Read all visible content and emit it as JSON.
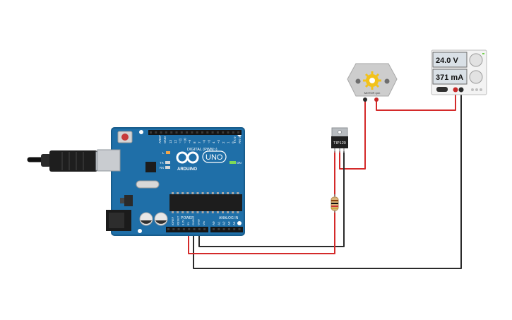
{
  "colors": {
    "board": "#1f6fa8",
    "board_edge": "#175c8c",
    "wire_red": "#d42a2a",
    "wire_black": "#2a2a2a",
    "supply_lcd": "#d9e0e6",
    "motor_body": "#c9c9c9",
    "motor_gear": "#f2c21b"
  },
  "arduino": {
    "brand": "ARDUINO",
    "model": "UNO",
    "digital_label": "DIGITAL (PWM~)",
    "power_label": "POWER",
    "analog_label": "ANALOG IN",
    "on_label": "ON",
    "tx_label": "TX",
    "rx_label": "RX",
    "l_label": "L",
    "tx0": "TX 0",
    "rx0": "RX 0",
    "aref": "AREF",
    "gnd": "GND",
    "digital_pins": [
      "13",
      "12",
      "~11",
      "~10",
      "~9",
      "8",
      "7",
      "~6",
      "~5",
      "4",
      "~3",
      "2",
      "1",
      "0"
    ],
    "power_pins": [
      "IOREF",
      "RESET",
      "3.3V",
      "5V",
      "GND",
      "GND",
      "Vin"
    ],
    "analog_pins": [
      "A0",
      "A1",
      "A2",
      "A3",
      "A4",
      "A5"
    ]
  },
  "transistor": {
    "label": "TIP120"
  },
  "motor": {
    "label": "MOTOR rpm"
  },
  "supply": {
    "voltage": "24.0 V",
    "current": "371 mA"
  },
  "cable": {
    "icon": "usb-plug-icon"
  },
  "resistor": {
    "icon": "resistor-icon"
  }
}
